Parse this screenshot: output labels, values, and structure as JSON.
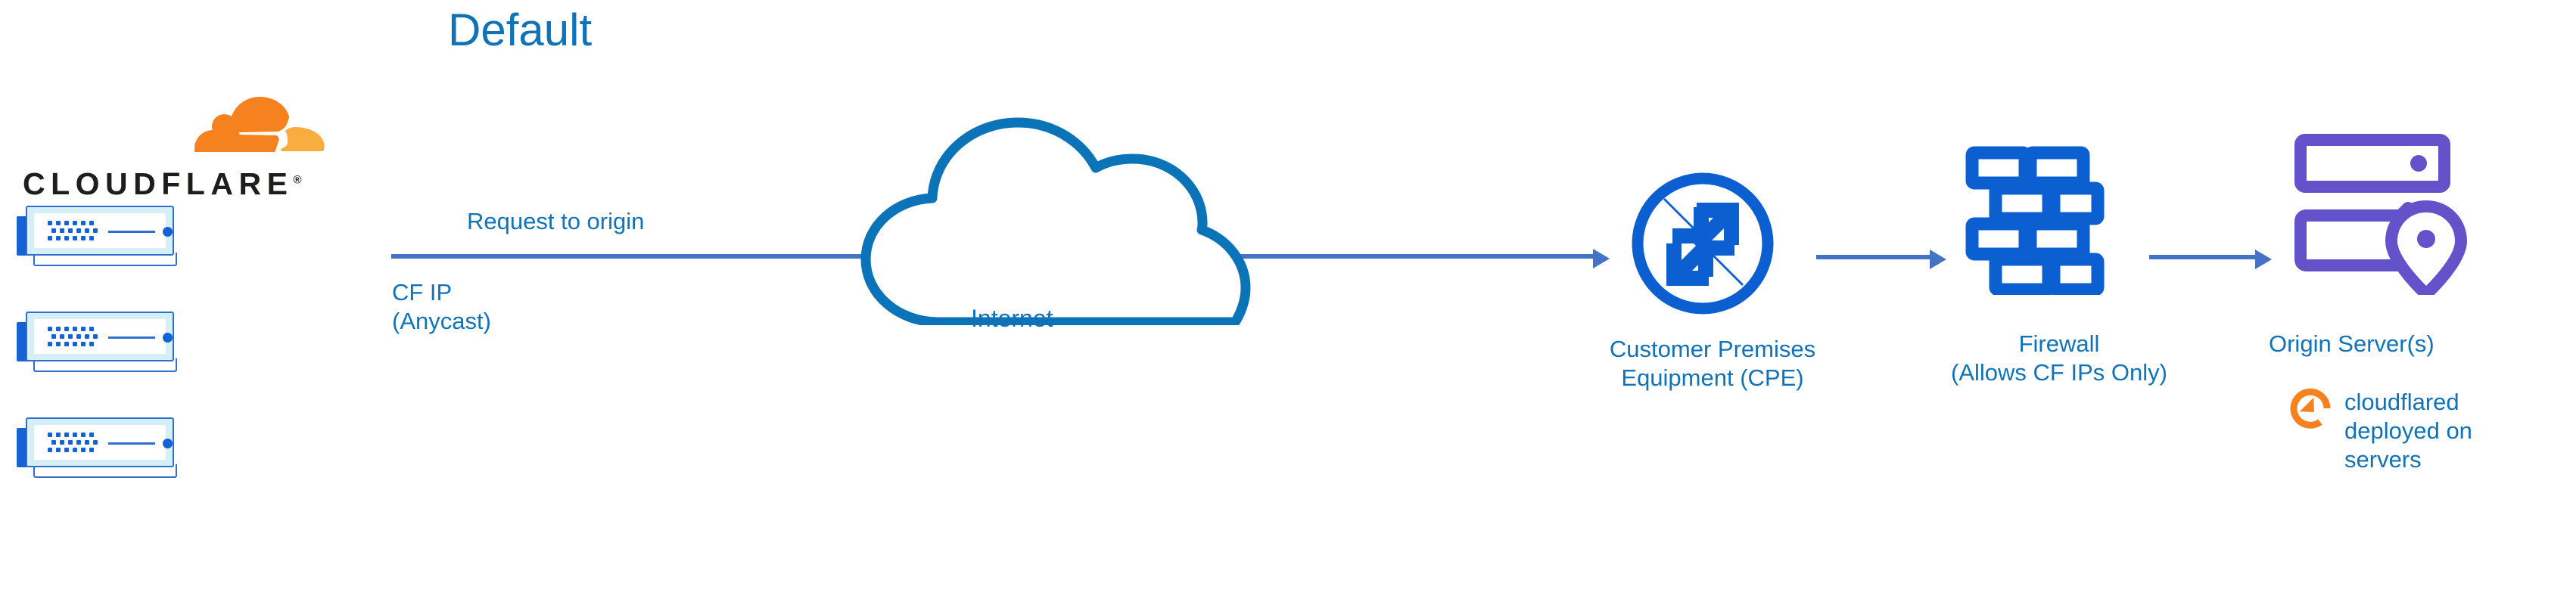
{
  "title": "Default",
  "brand": {
    "wordmark": "CLOUDFLARE",
    "registered_mark": "®",
    "logo_icon": "cloudflare-cloud-logo",
    "colors": {
      "orange_primary": "#f6821f",
      "orange_light": "#faad3f",
      "wordmark": "#1d1d1b"
    }
  },
  "colors": {
    "title_blue": "#1073b8",
    "label_blue": "#1073b8",
    "arrow_blue": "#4472c4",
    "icon_blue": "#0b5fd0",
    "cloud_stroke": "#0b73b8",
    "origin_purple": "#6352c9",
    "server_border": "#2f6fd0",
    "server_fill": "#d6eef5",
    "server_accent": "#1462d4",
    "cloudflared_orange": "#f6821f",
    "background": "#ffffff"
  },
  "nodes": {
    "edge_servers": {
      "icon": "server-rack-icon",
      "count": 3,
      "label": ""
    },
    "internet": {
      "icon": "cloud-outline-icon",
      "label": "Internet"
    },
    "cpe": {
      "icon": "router-four-arrows-icon",
      "label_line1": "Customer Premises",
      "label_line2": "Equipment (CPE)"
    },
    "firewall": {
      "icon": "brick-wall-icon",
      "label_line1": "Firewall",
      "label_line2": "(Allows CF IPs Only)"
    },
    "origin": {
      "icon": "server-location-pin-icon",
      "label": "Origin Server(s)",
      "annotation_icon": "refresh-circular-arrows-icon",
      "annotation_text": "cloudflared deployed on servers"
    }
  },
  "flow": {
    "request_label": "Request to origin",
    "source_ip_line1": "CF IP",
    "source_ip_line2": "(Anycast)",
    "arrows": [
      {
        "name": "cf-to-cpe",
        "from": "edge_servers",
        "to": "cpe"
      },
      {
        "name": "cpe-to-firewall",
        "from": "cpe",
        "to": "firewall"
      },
      {
        "name": "firewall-to-origin",
        "from": "firewall",
        "to": "origin"
      }
    ]
  }
}
